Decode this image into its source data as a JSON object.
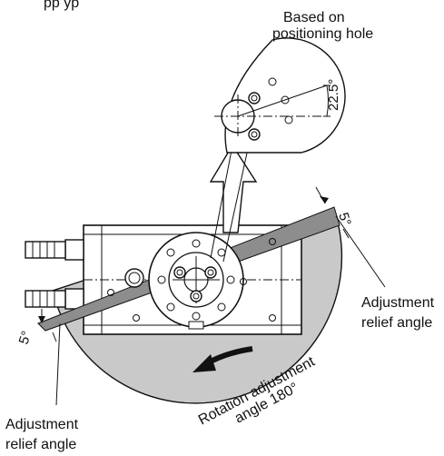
{
  "labels": {
    "top_partial": "pp  yp",
    "detail_title_line1": "Based on",
    "detail_title_line2": "positioning hole",
    "detail_angle": "22.5°",
    "right_angle": "5°",
    "left_angle": "5°",
    "adjustment_right_line1": "Adjustment",
    "adjustment_right_line2": "relief angle",
    "adjustment_left_line1": "Adjustment",
    "adjustment_left_line2": "relief angle",
    "rotation_line1": "Rotation adjustment",
    "rotation_line2": "angle 180°"
  },
  "colors": {
    "shaded_region": "#c9c9c9",
    "wedge": "#8d8d8d",
    "line": "#111111"
  }
}
